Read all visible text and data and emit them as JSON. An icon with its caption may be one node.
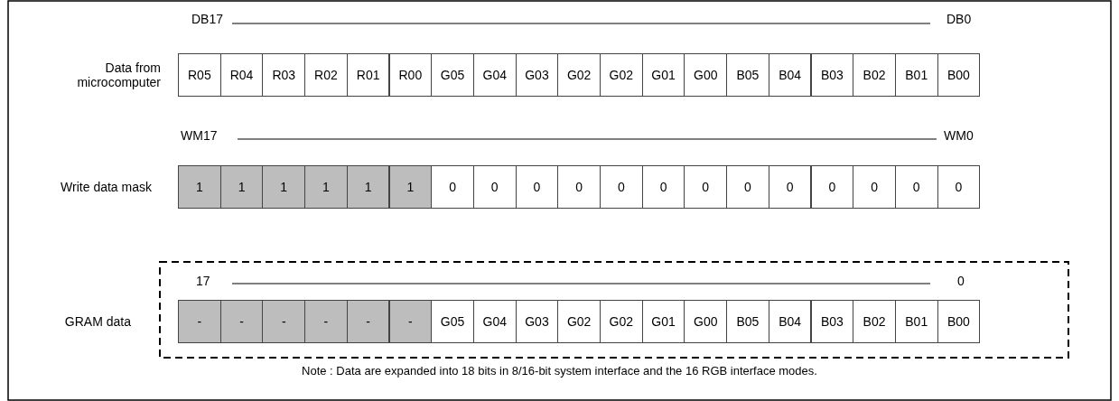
{
  "diagram": {
    "labels": [
      "DB17",
      "DB0",
      "Data from microcomputer",
      "R05",
      "R04",
      "R03",
      "R02",
      "R01",
      "R00",
      "G05",
      "G04",
      "G03",
      "G02",
      "G02",
      "G01",
      "G00",
      "B05",
      "B04",
      "B03",
      "B02",
      "B01",
      "B00",
      "WM17",
      "WM0",
      "Write data mask",
      "1",
      "1",
      "1",
      "1",
      "1",
      "1",
      "0",
      "0",
      "0",
      "0",
      "0",
      "0",
      "0",
      "0",
      "0",
      "0",
      "0",
      "0",
      "0",
      "17",
      "0",
      "GRAM data",
      "-",
      "-",
      "-",
      "-",
      "-",
      "-",
      "G05",
      "G04",
      "G03",
      "G02",
      "G02",
      "G01",
      "G00",
      "B05",
      "B04",
      "B03",
      "B02",
      "B01",
      "B00",
      "Note : Data are expanded into 18 bits in 8/16-bit system interface and the 16 RGB interface modes."
    ]
  }
}
